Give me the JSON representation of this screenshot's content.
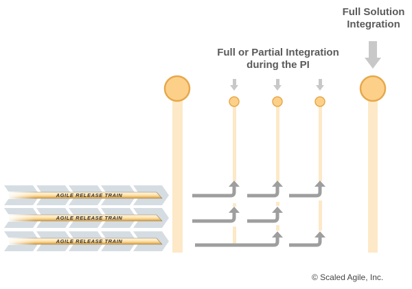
{
  "labels": {
    "full_solution": "Full Solution\nIntegration",
    "full_solution_line1": "Full Solution",
    "full_solution_line2": "Integration",
    "partial_line1": "Full or Partial Integration",
    "partial_line2": "during the PI",
    "copyright": "© Scaled Agile, Inc."
  },
  "trains": [
    {
      "label": "AGILE RELEASE TRAIN"
    },
    {
      "label": "AGILE RELEASE TRAIN"
    },
    {
      "label": "AGILE RELEASE TRAIN"
    }
  ],
  "colors": {
    "circle_fill": "#fdd08a",
    "circle_stroke": "#e6a84a",
    "stem": "#fde9c8",
    "arrow_grey": "#9e9e9e",
    "light_arrow_grey": "#c8c8c8",
    "chevron": "#d5dde3",
    "text": "#5a5a5a"
  }
}
